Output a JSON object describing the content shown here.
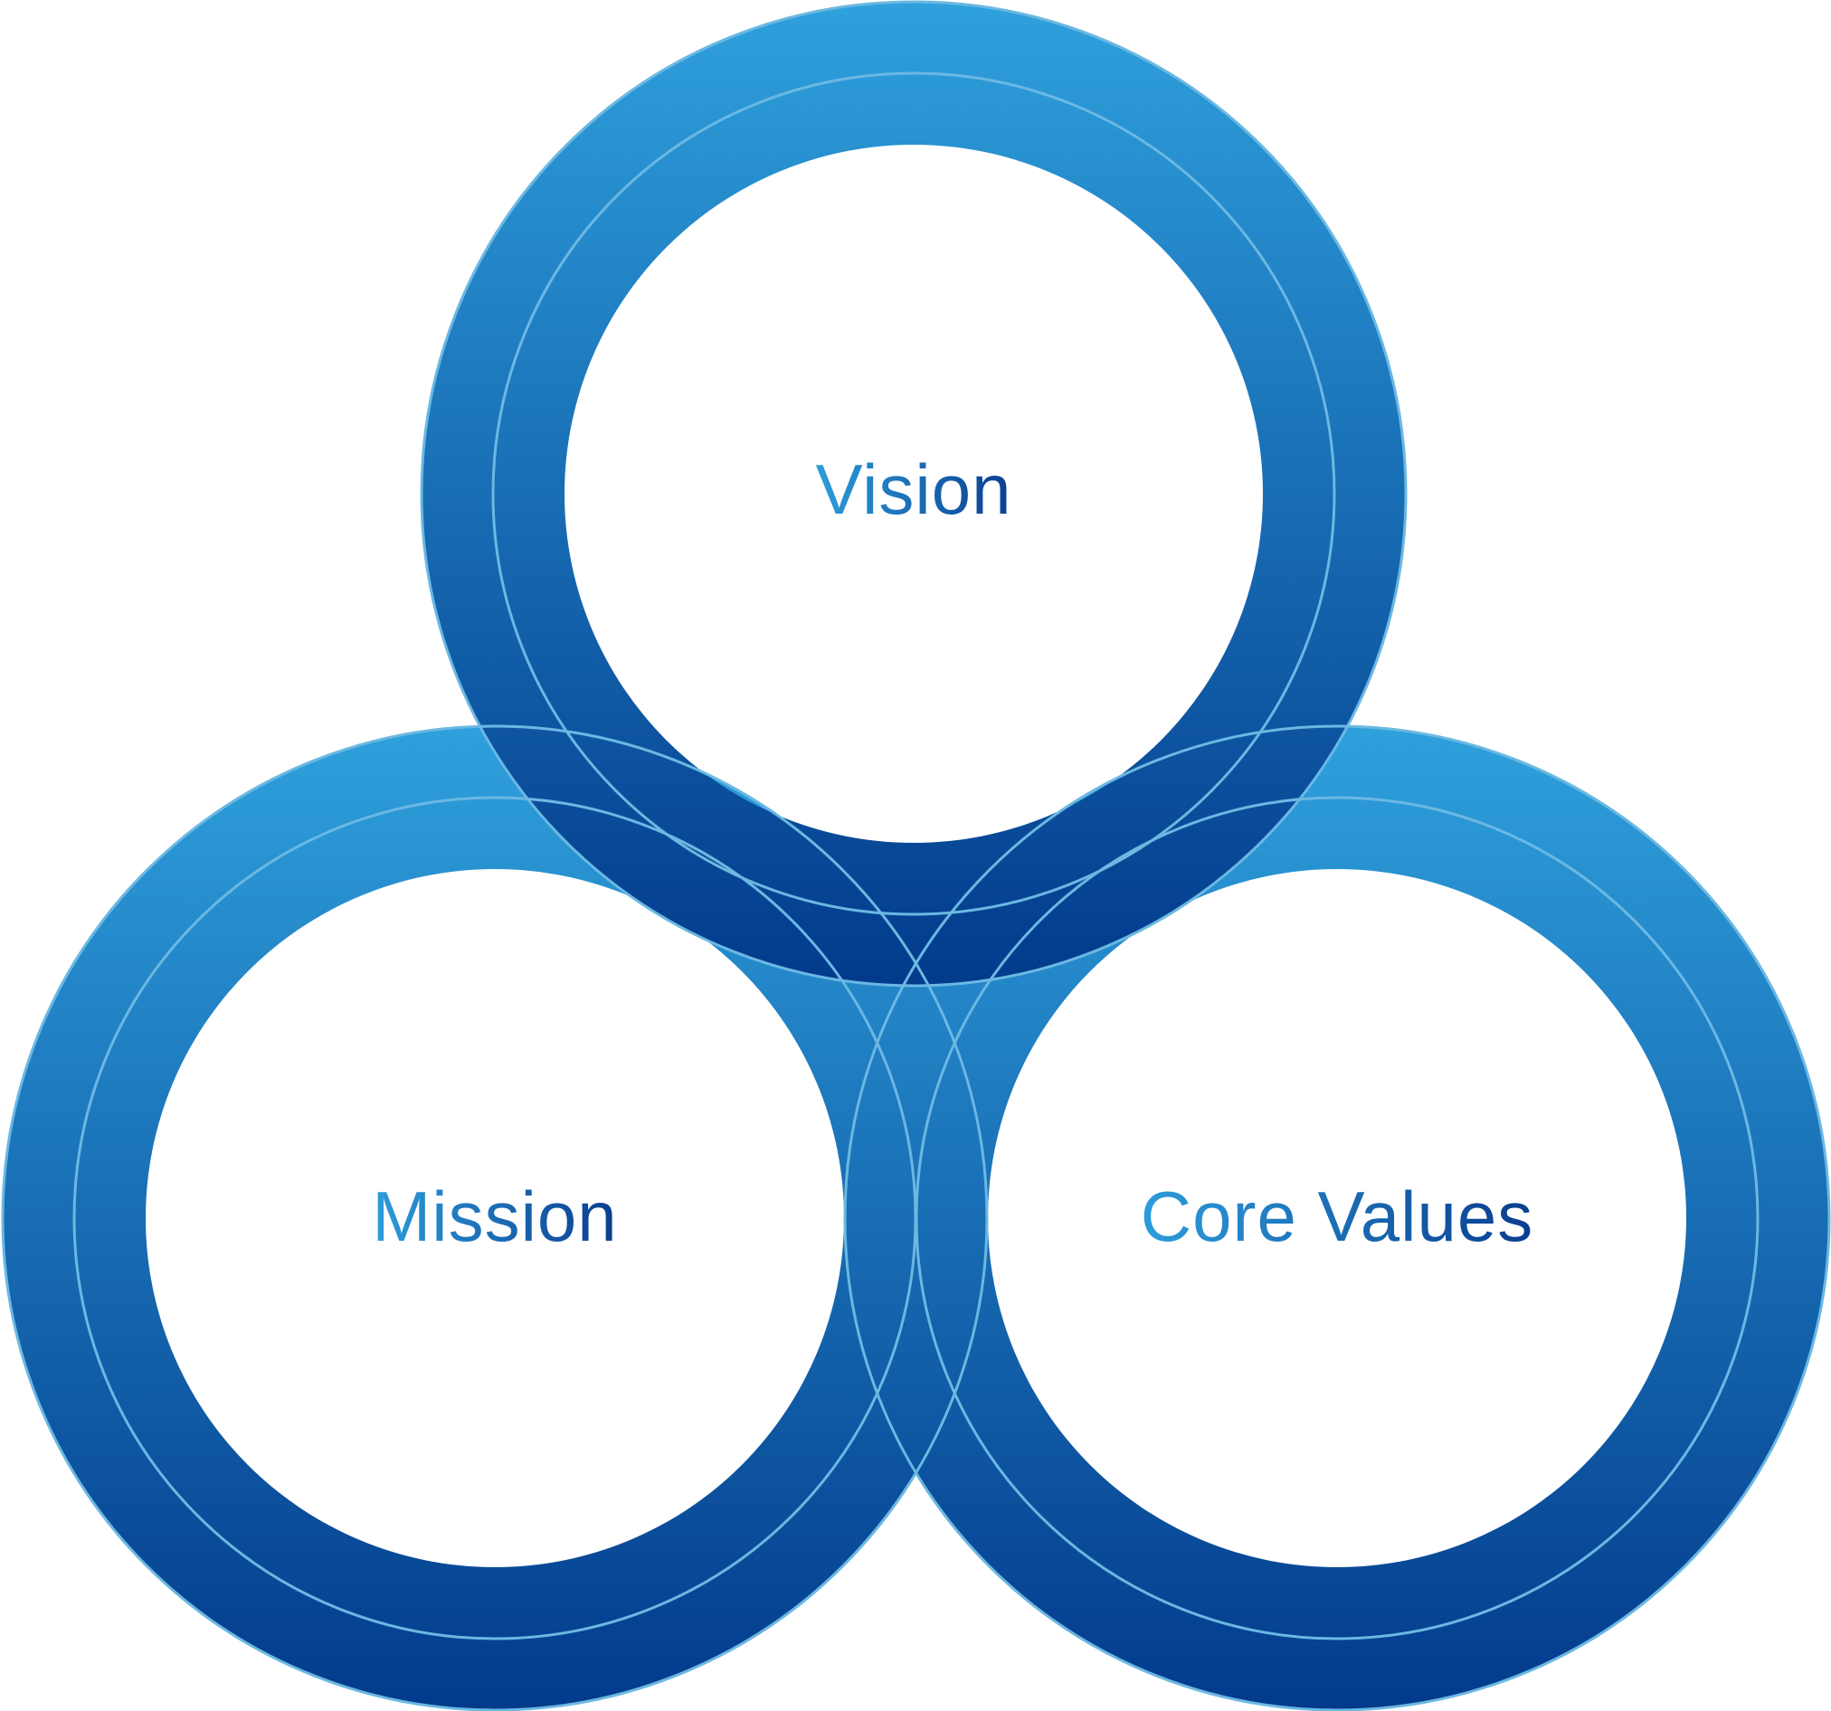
{
  "diagram": {
    "circles": [
      {
        "id": "vision",
        "label": "Vision"
      },
      {
        "id": "mission",
        "label": "Mission"
      },
      {
        "id": "core_values",
        "label": "Core Values"
      }
    ]
  },
  "colors": {
    "gradient_top": "#2fa1dd",
    "gradient_bottom": "#023a8b",
    "thin_line": "#6bb8e2",
    "label_start": "#2d9ddb",
    "label_end": "#0a3d8f",
    "background": "#ffffff"
  }
}
